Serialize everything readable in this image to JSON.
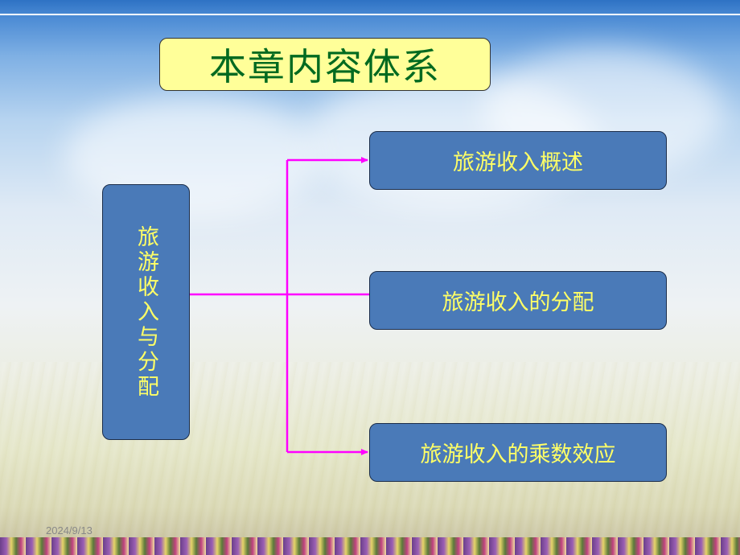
{
  "title": "本章内容体系",
  "root": {
    "label": "旅游收入与分配"
  },
  "branches": [
    {
      "label": "旅游收入概述"
    },
    {
      "label": "旅游收入的分配"
    },
    {
      "label": "旅游收入的乘数效应"
    }
  ],
  "footer": {
    "date": "2024/9/13"
  },
  "colors": {
    "box_fill": "#4a7ab8",
    "box_text": "#ffff66",
    "title_fill": "#ffff99",
    "title_text": "#006a20",
    "connector": "#ff00ff"
  }
}
